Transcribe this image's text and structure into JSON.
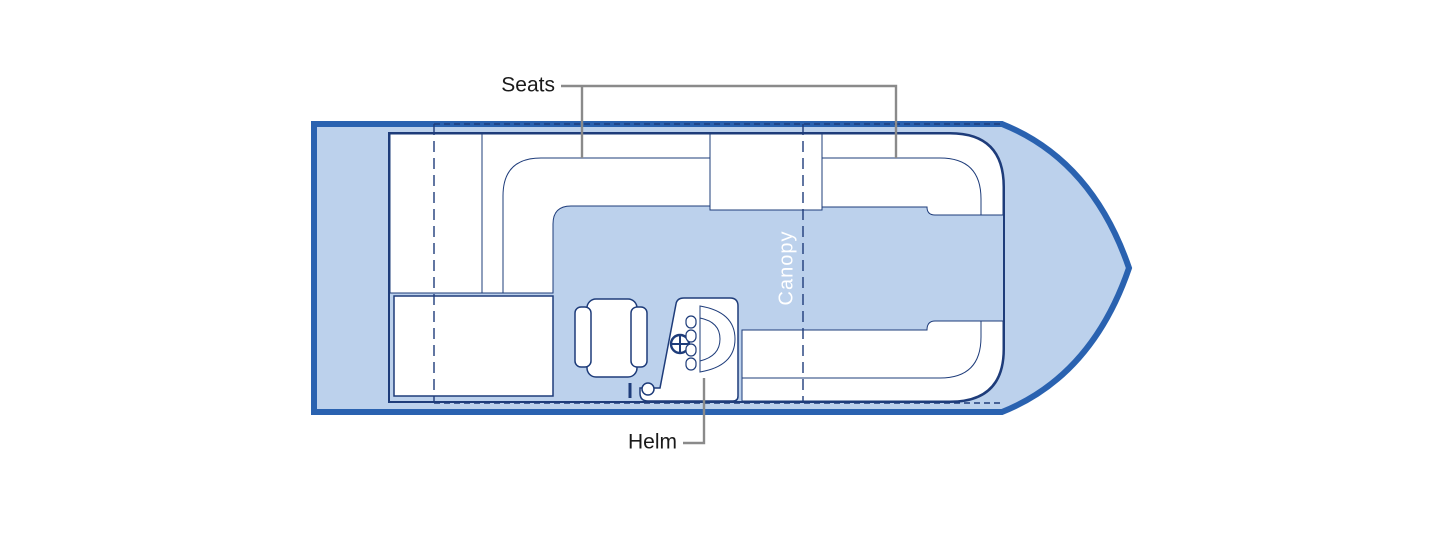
{
  "diagram": {
    "labels": {
      "seats": "Seats",
      "helm": "Helm",
      "canopy": "Canopy"
    },
    "colors": {
      "hull_outline": "#2a62b0",
      "deck_fill": "#bcd1ec",
      "interior_outline": "#1e3c7a",
      "seat_fill": "#ffffff",
      "seat_outline": "#1e3c7a",
      "callout_line": "#8a8a8a",
      "canopy_dash": "#1e3c7a",
      "canopy_label": "#ffffff",
      "label_text": "#1a1a1a"
    }
  }
}
